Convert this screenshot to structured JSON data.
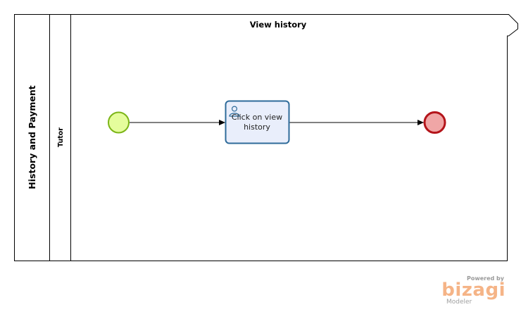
{
  "pool": {
    "title": "History and Payment"
  },
  "lane": {
    "title": "Tutor"
  },
  "phase": {
    "title": "View history"
  },
  "task": {
    "line1": "Click on view",
    "line2": "history",
    "icon": "user-task-icon"
  },
  "start_event": {
    "icon": "start-event"
  },
  "end_event": {
    "icon": "end-event"
  },
  "branding": {
    "powered_by": "Powered by",
    "logo": "bizagi",
    "product": "Modeler"
  },
  "colors": {
    "start_fill": "#e5fd9c",
    "start_stroke": "#7cb518",
    "end_fill": "#f0a6a6",
    "end_stroke": "#b4141a",
    "task_fill": "#e9eefb",
    "task_stroke": "#2e6b9a",
    "brand": "#f5b487"
  }
}
